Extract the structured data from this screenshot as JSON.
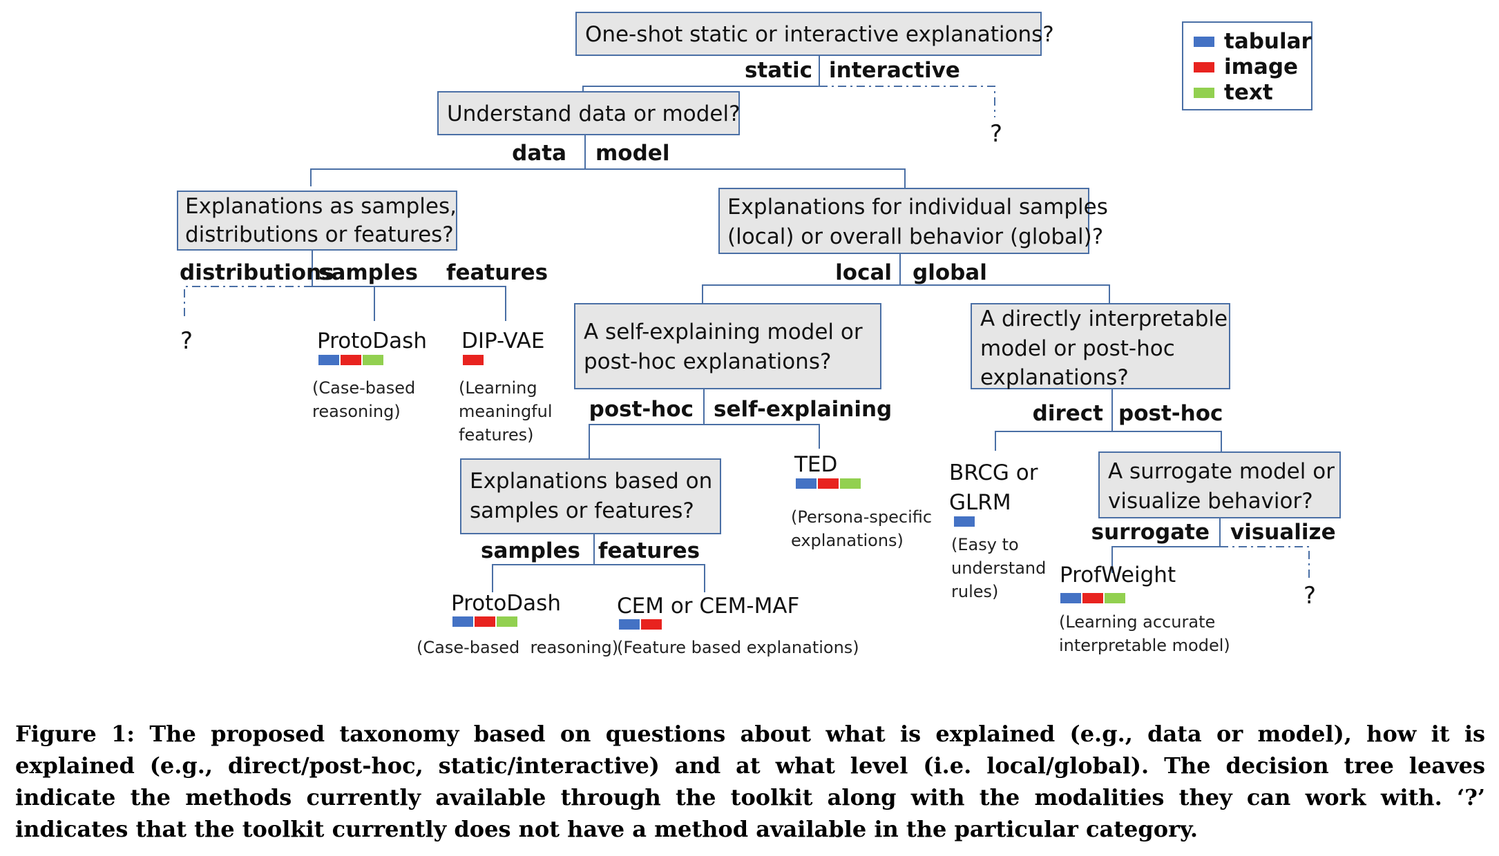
{
  "colors": {
    "tabular": "#4472c4",
    "image": "#e8231f",
    "text": "#92d050",
    "line": "#4a6fa5",
    "box_fill": "#e6e6e6"
  },
  "legend": [
    {
      "label": "tabular",
      "color": "tabular"
    },
    {
      "label": "image",
      "color": "image"
    },
    {
      "label": "text",
      "color": "text"
    }
  ],
  "questions": {
    "q1": [
      "One-shot static or interactive explanations?"
    ],
    "q2": [
      "Understand data or model?"
    ],
    "q3": [
      "Explanations as samples,",
      "distributions or features?"
    ],
    "q4": [
      "Explanations for individual samples",
      "(local) or overall behavior (global)?"
    ],
    "q5": [
      "A self-explaining model or",
      "post-hoc explanations?"
    ],
    "q6": [
      "A directly interpretable",
      "model or post-hoc",
      "explanations?"
    ],
    "q7": [
      "Explanations based on",
      "samples or features?"
    ],
    "q8": [
      "A surrogate model or",
      "visualize behavior?"
    ]
  },
  "edge_labels": {
    "static": "static",
    "interactive": "interactive",
    "data": "data",
    "model": "model",
    "distributions": "distributions",
    "samples": "samples",
    "features": "features",
    "local": "local",
    "global": "global",
    "posthoc": "post-hoc",
    "self_explaining": "self-explaining",
    "direct": "direct",
    "posthoc2": "post-hoc",
    "samples2": "samples",
    "features2": "features",
    "surrogate": "surrogate",
    "visualize": "visualize"
  },
  "leaves": {
    "protodash1": {
      "name": "ProtoDash",
      "modalities": [
        "tabular",
        "image",
        "text"
      ],
      "note": [
        "(Case-based",
        "reasoning)"
      ]
    },
    "dipvae": {
      "name": "DIP-VAE",
      "modalities": [
        "image"
      ],
      "note": [
        "(Learning",
        "meaningful",
        "features)"
      ]
    },
    "ted": {
      "name": "TED",
      "modalities": [
        "tabular",
        "image",
        "text"
      ],
      "note": [
        "(Persona-specific",
        "explanations)"
      ]
    },
    "brcg": {
      "name": [
        "BRCG or",
        "GLRM"
      ],
      "modalities": [
        "tabular"
      ],
      "note": [
        "(Easy to",
        "understand",
        "rules)"
      ]
    },
    "protodash2": {
      "name": "ProtoDash",
      "modalities": [
        "tabular",
        "image",
        "text"
      ],
      "note": [
        "(Case-based  reasoning)"
      ]
    },
    "cem": {
      "name": "CEM or CEM-MAF",
      "modalities": [
        "tabular",
        "image"
      ],
      "note": [
        "(Feature based explanations)"
      ]
    },
    "profweight": {
      "name": "ProfWeight",
      "modalities": [
        "tabular",
        "image",
        "text"
      ],
      "note": [
        "(Learning accurate",
        "interpretable model)"
      ]
    }
  },
  "unknown_mark": "?",
  "caption": "Figure 1: The proposed taxonomy based on questions about what is explained (e.g., data or model), how it is explained (e.g., direct/post-hoc, static/interactive) and at what level (i.e. local/global). The decision tree leaves indicate the methods currently available through the toolkit along with the modalities they can work with. ‘?’ indicates that the toolkit currently does not have a method available in the particular category."
}
